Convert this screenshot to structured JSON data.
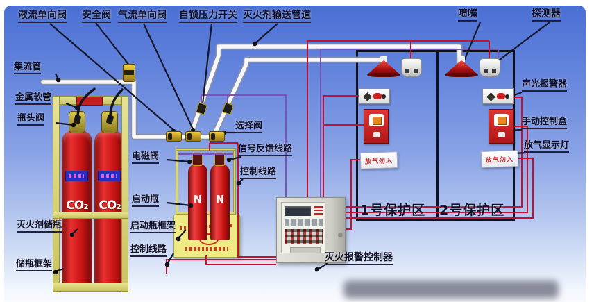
{
  "app": {
    "type": "co2-gas-fire-suppression-system-diagram",
    "language": "zh-CN"
  },
  "labels": {
    "liquid_check_valve": "液流单向阀",
    "safety_valve": "安全阀",
    "gas_check_valve": "气流单向阀",
    "pressure_switch": "自锁压力开关",
    "delivery_pipe": "灭火剂输送管道",
    "nozzle": "喷嘴",
    "detector": "探测器",
    "manifold": "集流管",
    "metal_hose": "金属软管",
    "bottle_head_valve": "瓶头阀",
    "agent_storage_bottle": "灭火剂储瓶",
    "storage_bottle_frame": "储瓶框架",
    "solenoid_valve": "电磁阀",
    "starter_bottle": "启动瓶",
    "starter_bottle_frame": "启动瓶框架",
    "control_line_left": "控制线路",
    "selection_valve": "选择阀",
    "signal_feedback_line": "信号反馈线路",
    "control_line_mid": "控制线路",
    "sound_light_alarm": "声光报警器",
    "manual_control_box": "手动控制盒",
    "gas_release_lamp": "放气显示灯",
    "fire_alarm_controller": "灭火报警控制器",
    "zone1": "1号保护区",
    "zone2": "2号保护区"
  },
  "texts": {
    "cylinder_label": "CO₂",
    "starter_bottle_label": "N",
    "warning_sign": "放气勿入"
  },
  "colors": {
    "background_top": "#4a6fd4",
    "background_bottom": "#f3f7fe",
    "pipe_white": "#f7f7f7",
    "control_wire_red": "#c8102e",
    "signal_wire_purple": "#7b52b8",
    "frame_yellow": "#d8d473",
    "cylinder_red": "#c91414",
    "zone_border": "#10101e",
    "label_text": "#0e0e26"
  }
}
